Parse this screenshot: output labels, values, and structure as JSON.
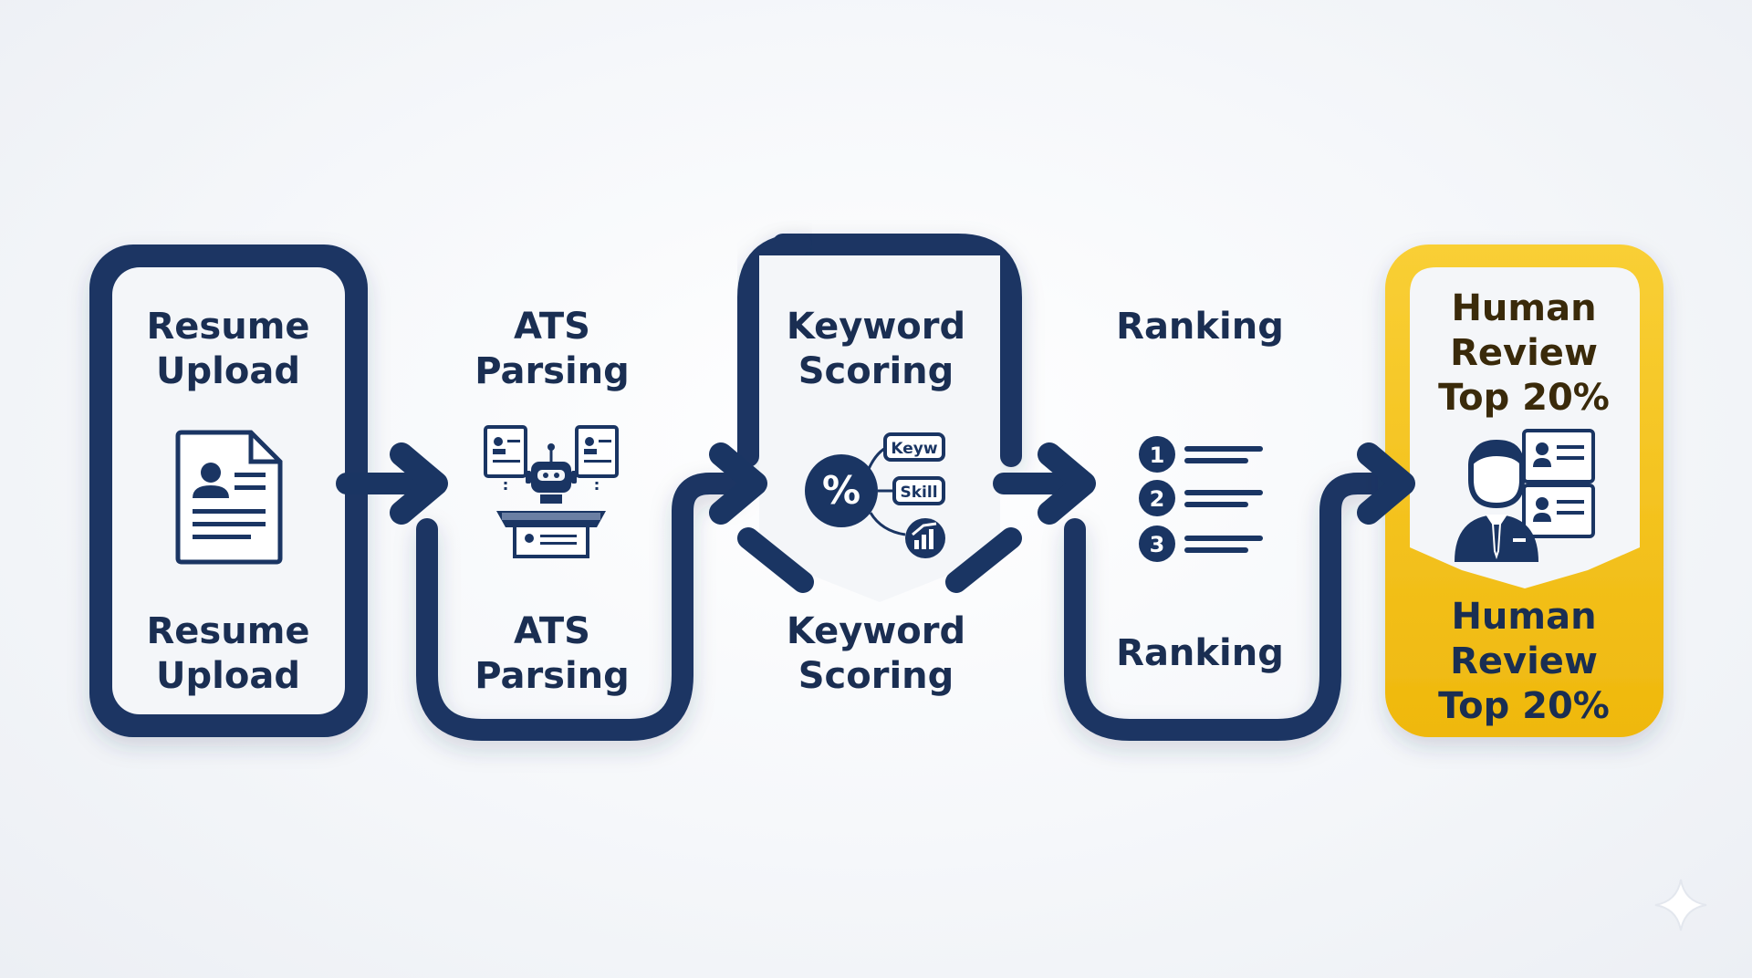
{
  "colors": {
    "navy": "#1a3563",
    "gold": "#f4c11c",
    "gold_light": "#f9d54a",
    "panel": "#f4f6f9"
  },
  "steps": [
    {
      "label_top": "Resume\nUpload",
      "label_bottom": "Resume\nUpload",
      "icon": "resume-document-icon"
    },
    {
      "label_top": "ATS\nParsing",
      "label_bottom": "ATS\nParsing",
      "icon": "robot-scanner-icon"
    },
    {
      "label_top": "Keyword\nScoring",
      "label_bottom": "Keyword\nScoring",
      "icon": "percent-keyword-icon",
      "tags": [
        "Keyw",
        "Skill"
      ]
    },
    {
      "label_top": "Ranking",
      "label_bottom": "Ranking",
      "icon": "ranked-list-icon",
      "ranks": [
        "1",
        "2",
        "3"
      ]
    },
    {
      "label_top": "Human\nReview\nTop 20%",
      "label_bottom": "Human\nReview\nTop 20%",
      "icon": "human-reviewer-icon"
    }
  ],
  "watermark_icon": "sparkle-icon"
}
